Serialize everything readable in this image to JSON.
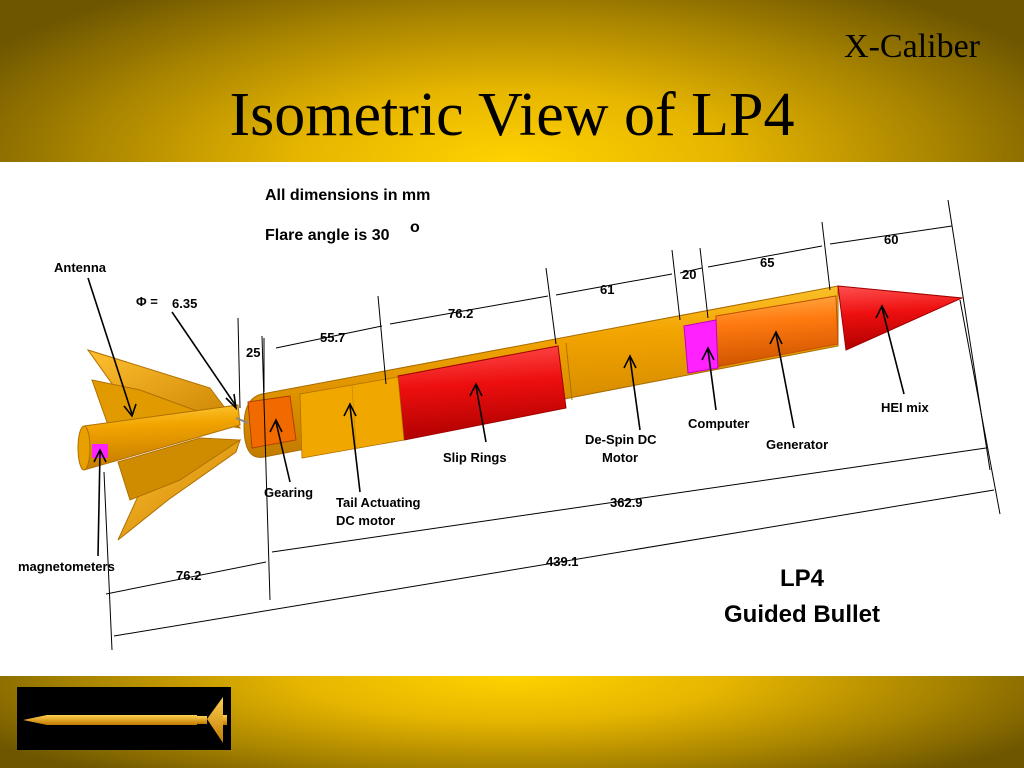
{
  "header": {
    "brand": "X-Caliber",
    "title": "Isometric View of LP4"
  },
  "notes": {
    "dimensions": "All dimensions in mm",
    "flare": "Flare angle is 30",
    "degree": "o"
  },
  "labels": {
    "antenna": "Antenna",
    "phi": "Φ =",
    "phi_value": "6.35",
    "gearing": "Gearing",
    "tail_actuating_1": "Tail Actuating",
    "tail_actuating_2": "DC motor",
    "slip_rings": "Slip Rings",
    "despin_1": "De-Spin DC",
    "despin_2": "Motor",
    "computer": "Computer",
    "generator": "Generator",
    "hei_mix": "HEI mix",
    "magnetometers": "magnetometers"
  },
  "dimensions": {
    "d25": "25",
    "d557": "55.7",
    "d762a": "76.2",
    "d61": "61",
    "d20": "20",
    "d65": "65",
    "d60": "60",
    "d3629": "362.9",
    "d762b": "76.2",
    "d4391": "439.1"
  },
  "product": {
    "line1": "LP4",
    "line2": "Guided Bullet"
  },
  "colors": {
    "body": "#f0a500",
    "red": "#ee1111",
    "magenta": "#ff22ff",
    "orange": "#ff7700"
  }
}
